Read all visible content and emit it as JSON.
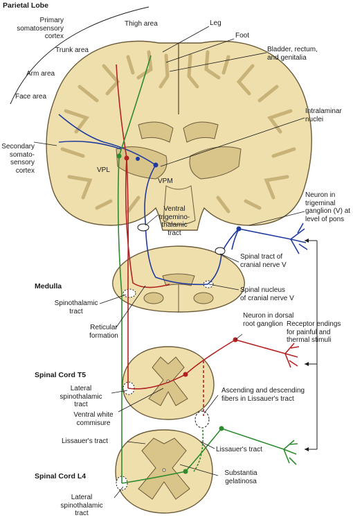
{
  "labels": {
    "parietal_lobe": "Parietal Lobe",
    "primary_cortex": "Primary\nsomatosensory\ncortex",
    "thigh_area": "Thigh area",
    "leg": "Leg",
    "foot": "Foot",
    "bladder": "Bladder, rectum,\nand genitalia",
    "trunk_area": "Trunk area",
    "arm_area": "Arm area",
    "face_area": "Face area",
    "intralaminar": "Intralaminar\nnuclei",
    "secondary_cortex": "Secondary\nsomato-\nsensory\ncortex",
    "vpl": "VPL",
    "vpm": "VPM",
    "ventral_trigemino": "Ventral\ntrigemino-\nthalamic\ntract",
    "neuron_trigeminal": "Neuron in\ntrigeminal\nganglion (V) at\nlevel of pons",
    "medulla": "Medulla",
    "spinal_tract_v": "Spinal tract of\ncranial nerve V",
    "spinal_nucleus_v": "Spinal nucleus\nof cranial nerve V",
    "spinothalamic": "Spinothalamic\ntract",
    "reticular": "Reticular\nformation",
    "neuron_dorsal": "Neuron in dorsal\nroot ganglion",
    "receptor": "Receptor endings\nfor painful and\nthermal stimuli",
    "spinal_t5": "Spinal Cord T5",
    "lateral_st_1": "Lateral\nspinothalamic\ntract",
    "ascending": "Ascending and descending\nfibers in Lissauer's tract",
    "ventral_white": "Ventral white\ncommisure",
    "lissauer_left": "Lissauer's tract",
    "lissauer_right": "Lissauer's tract",
    "substantia": "Substantia\ngelatinosa",
    "spinal_l4": "Spinal Cord L4",
    "lateral_st_2": "Lateral\nspinothalamic\ntract"
  },
  "colors": {
    "tissue": "#eedfad",
    "tissue_dark": "#d9c48a",
    "outline": "#6b5a3a",
    "red_pathway": "#b22222",
    "green_pathway": "#2e8b2e",
    "blue_pathway": "#1f3a9e"
  }
}
